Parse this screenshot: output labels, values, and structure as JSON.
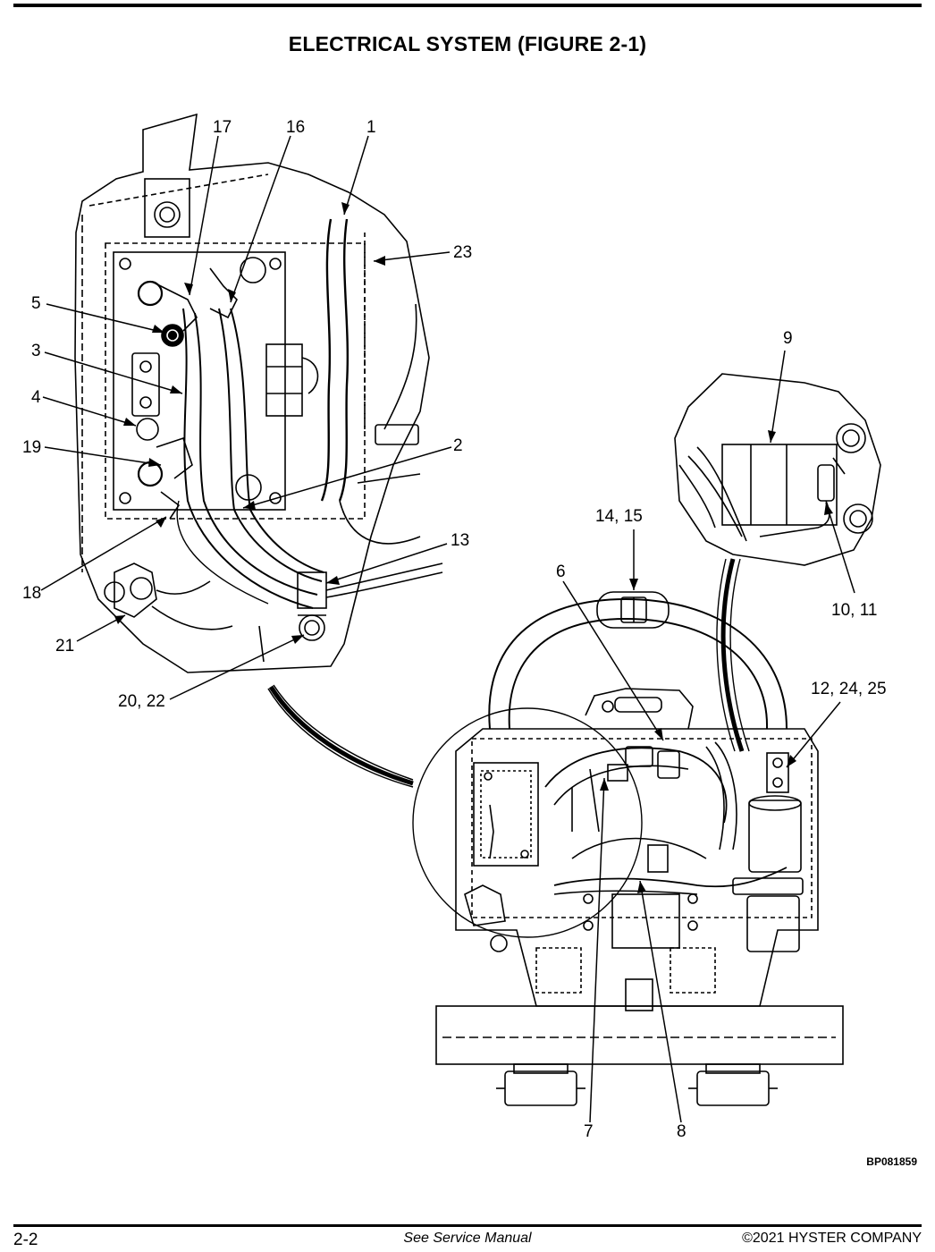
{
  "page": {
    "title": "ELECTRICAL SYSTEM (FIGURE 2-1)",
    "figure_id": "BP081859",
    "footer_page": "2-2",
    "footer_center": "See Service Manual",
    "footer_right": "©2021 HYSTER COMPANY"
  },
  "callouts": {
    "c17": "17",
    "c16": "16",
    "c1": "1",
    "c23": "23",
    "c5": "5",
    "c3": "3",
    "c4": "4",
    "c19": "19",
    "c2": "2",
    "c18": "18",
    "c13": "13",
    "c21": "21",
    "c20_22": "20, 22",
    "c9": "9",
    "c14_15": "14, 15",
    "c6": "6",
    "c10_11": "10, 11",
    "c12_24_25": "12, 24, 25",
    "c7": "7",
    "c8": "8"
  }
}
